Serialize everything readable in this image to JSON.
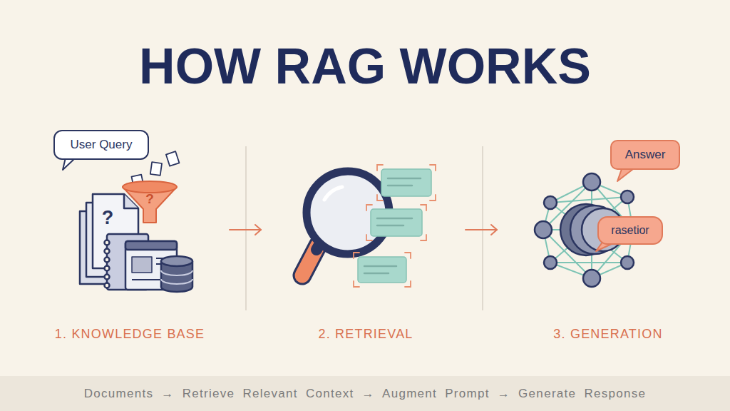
{
  "diagram": {
    "title": "HOW RAG WORKS",
    "nodes": [
      {
        "text": [
          "User Query"
        ]
      },
      {
        "text": [
          "Answer"
        ]
      },
      {
        "text": [
          "rasetior"
        ]
      },
      {
        "text": [
          "Documents → Retrieve Relevant Context → Augment Prompt → Generate Response"
        ]
      }
    ],
    "labels": [
      "?",
      "?",
      "1. KNOWLEDGE BASE",
      "2. RETRIEVAL",
      "3. GENERATION"
    ]
  }
}
